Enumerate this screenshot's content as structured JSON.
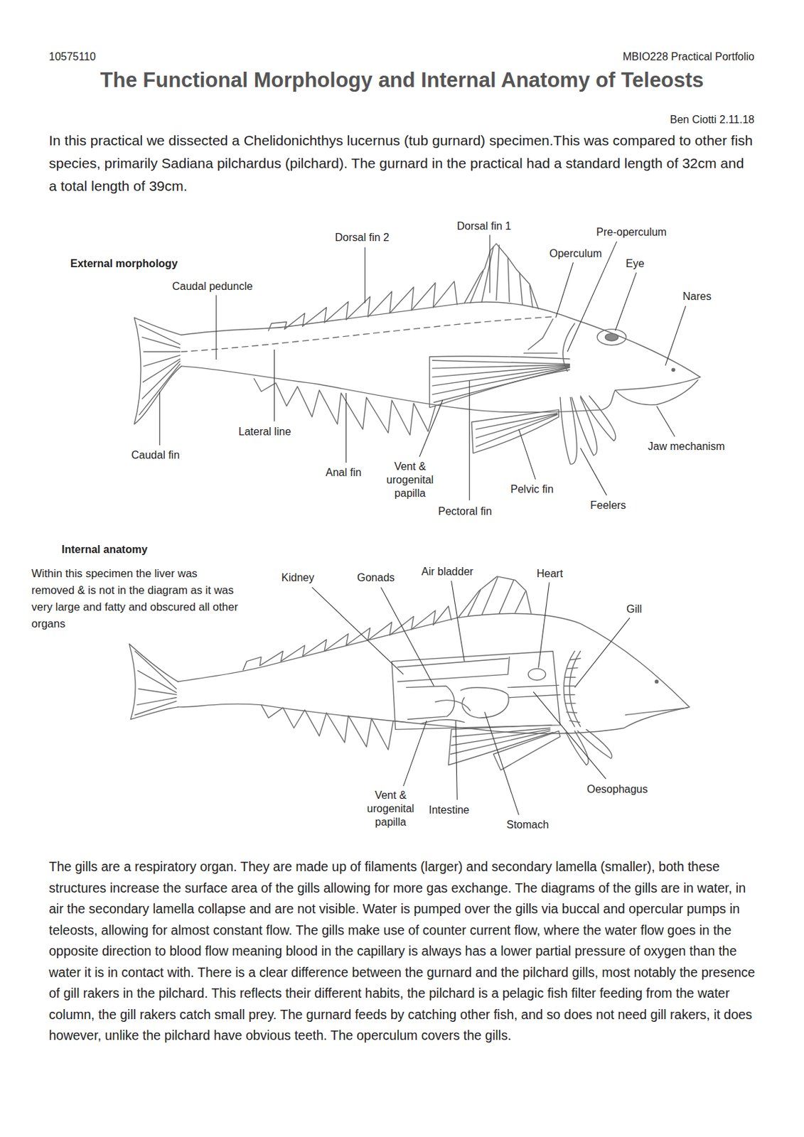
{
  "diagram": {
    "title": "The Functional Morphology and Internal Anatomy of Teleosts",
    "labels": [
      "10575110",
      "MBIO228 Practical Portfolio",
      "Ben Ciotti 2.11.18",
      "In this practical we dissected a Chelidonichthys lucernus (tub gurnard) specimen.This was compared to other fish species, primarily Sadiana pilchardus (pilchard). The gurnard in the practical had a standard length of 32cm and a total length of 39cm.",
      "External morphology",
      "Dorsal fin 2",
      "Dorsal fin 1",
      "Pre-operculum",
      "Operculum",
      "Eye",
      "Nares",
      "Caudal peduncle",
      "Lateral line",
      "Caudal fin",
      "Anal fin",
      "Vent & urogenital papilla",
      "Pectoral fin",
      "Pelvic fin",
      "Feelers",
      "Jaw mechanism",
      "Internal anatomy",
      "Within this specimen the liver was removed & is not in the diagram as it was very large and fatty and obscured all other organs",
      "Kidney",
      "Gonads",
      "Air bladder",
      "Heart",
      "Gill",
      "Oesophagus",
      "Stomach",
      "Intestine",
      "Vent & urogenital papilla",
      "The gills are a respiratory organ. They are made up of filaments (larger) and secondary lamella (smaller), both these structures increase the surface area of the gills allowing for more gas exchange. The diagrams of the gills are in water, in air the secondary lamella collapse and are not visible. Water is pumped over the gills via buccal and opercular pumps in teleosts, allowing for almost constant flow. The gills make use of counter current flow, where the water flow goes in the opposite direction to blood flow meaning blood in the capillary is always has a lower partial pressure of oxygen than the water it is in contact with. There is a clear difference between the gurnard and the pilchard gills, most notably the presence of gill rakers in the pilchard. This reflects their different habits, the pilchard is a pelagic fish filter feeding from the water column, the gill rakers catch small prey. The gurnard feeds by catching other fish, and so does not need gill rakers, it does however, unlike the pilchard have obvious teeth. The operculum covers the gills."
    ]
  }
}
